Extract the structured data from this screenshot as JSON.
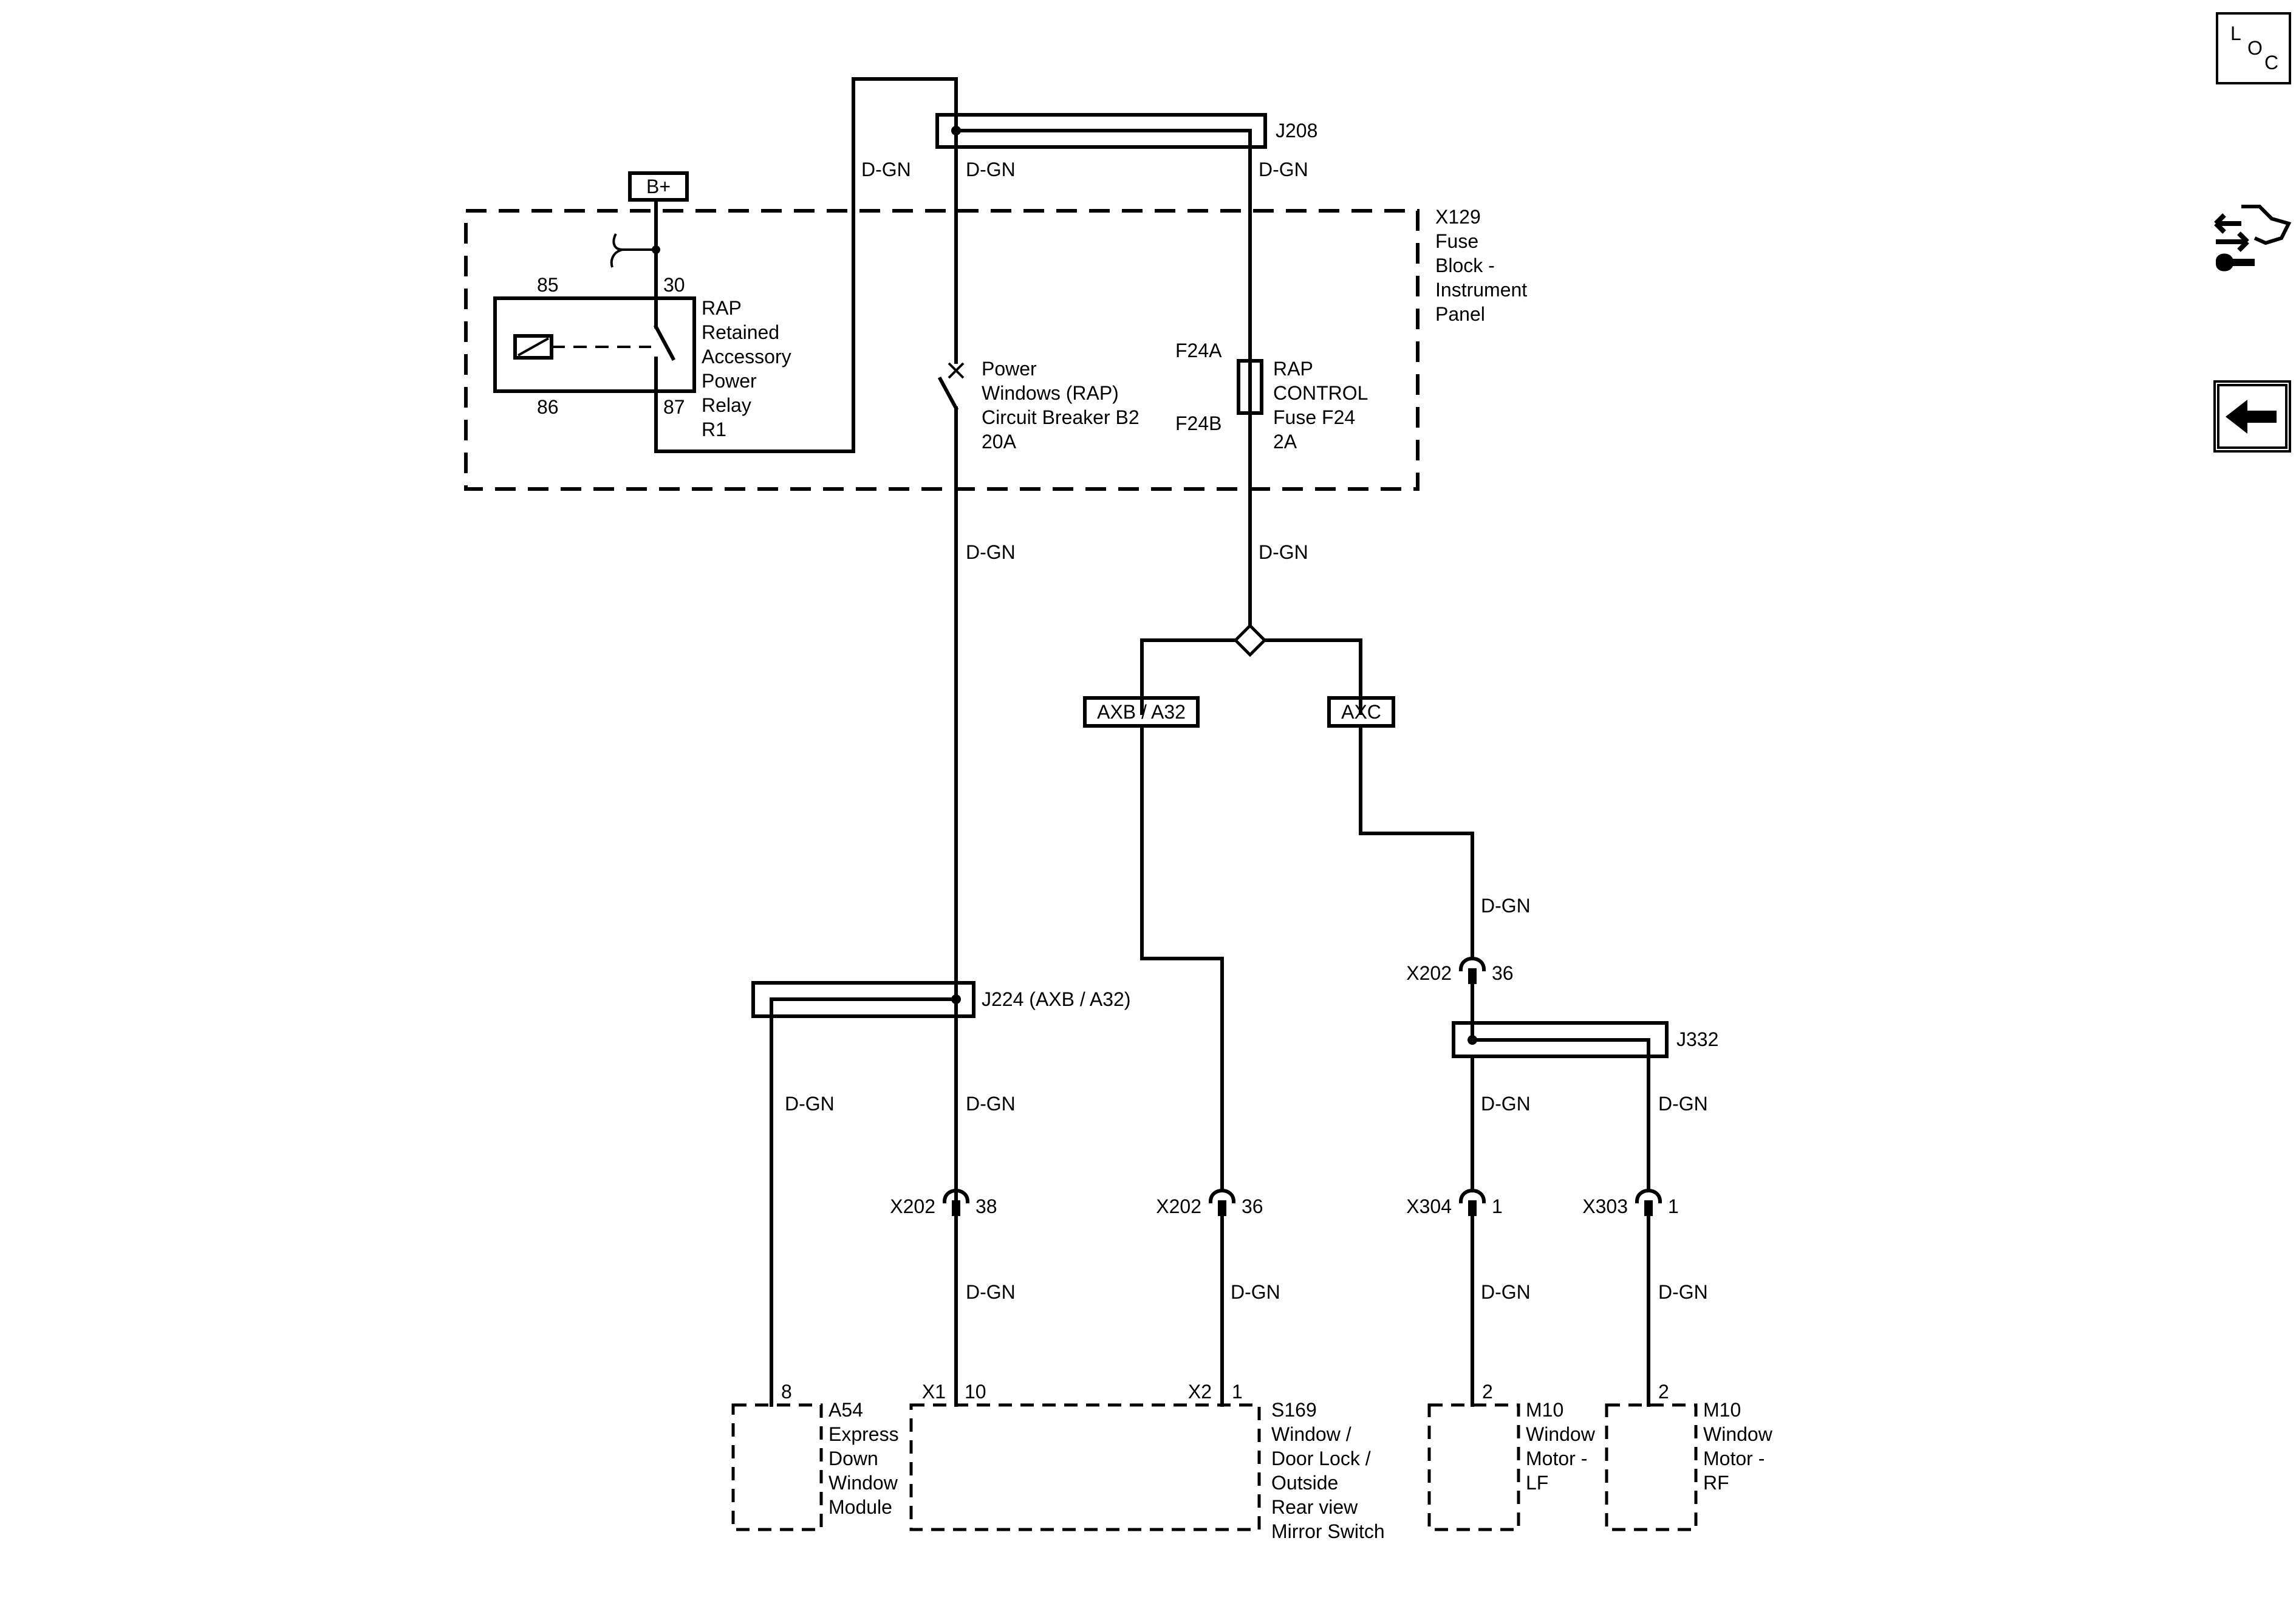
{
  "wire_color": "D-GN",
  "power_source": "B+",
  "fuse_block": {
    "id": "X129",
    "lines": [
      "Fuse",
      "Block -",
      "Instrument",
      "Panel"
    ]
  },
  "relay": {
    "pins": {
      "p85": "85",
      "p30": "30",
      "p86": "86",
      "p87": "87"
    },
    "lines": [
      "RAP",
      "Retained",
      "Accessory",
      "Power",
      "Relay",
      "R1"
    ]
  },
  "circuit_breaker": {
    "lines": [
      "Power",
      "Windows (RAP)",
      "Circuit Breaker B2",
      "20A"
    ]
  },
  "fuse": {
    "top_terminal": "F24A",
    "bottom_terminal": "F24B",
    "lines": [
      "RAP",
      "CONTROL",
      "Fuse F24",
      "2A"
    ]
  },
  "splices": {
    "j208": "J208",
    "j224": "J224 (AXB / A32)",
    "j332": "J332"
  },
  "option_tags": {
    "axb_a32": "AXB / A32",
    "axc": "AXC"
  },
  "connectors": {
    "x202_36_upper": {
      "name": "X202",
      "pin": "36"
    },
    "x202_38": {
      "name": "X202",
      "pin": "38"
    },
    "x202_36_lower": {
      "name": "X202",
      "pin": "36"
    },
    "x304_1": {
      "name": "X304",
      "pin": "1"
    },
    "x303_1": {
      "name": "X303",
      "pin": "1"
    }
  },
  "components": {
    "a54": {
      "pin": "8",
      "lines": [
        "A54",
        "Express",
        "Down",
        "Window",
        "Module"
      ]
    },
    "s169": {
      "conn1": "X1",
      "pin1": "10",
      "conn2": "X2",
      "pin2": "1",
      "lines": [
        "S169",
        "Window /",
        "Door Lock /",
        "Outside",
        "Rear view",
        "Mirror Switch"
      ]
    },
    "m10_lf": {
      "pin": "2",
      "lines": [
        "M10",
        "Window",
        "Motor -",
        "LF"
      ]
    },
    "m10_rf": {
      "pin": "2",
      "lines": [
        "M10",
        "Window",
        "Motor -",
        "RF"
      ]
    }
  },
  "nav": {
    "loc_letters": [
      "L",
      "O",
      "C"
    ],
    "icons": [
      "loc-icon",
      "connector-tool-icon",
      "back-arrow-icon"
    ]
  }
}
